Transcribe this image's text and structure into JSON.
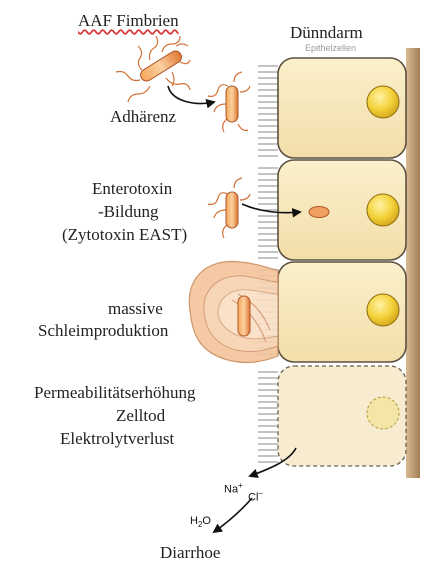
{
  "title": "Dünndarm",
  "subtitle_faint": "Epithelzellen",
  "labels": {
    "fimbrien": "AAF Fimbrien",
    "adhaerenz": "Adhärenz",
    "enterotoxin_1": "Enterotoxin",
    "enterotoxin_2": "-Bildung",
    "enterotoxin_3": "(Zytotoxin EAST)",
    "schleim_1": "massive",
    "schleim_2": "Schleimproduktion",
    "perm_1": "Permeabilitätserhöhung",
    "perm_2": "Zelltod",
    "perm_3": "Elektrolytverlust",
    "na": "Na",
    "na_sup": "+",
    "cl": "Cl",
    "cl_sup": "−",
    "h2o_h": "H",
    "h2o_2": "2",
    "h2o_o": "O",
    "diarrhoe": "Diarrhoe"
  },
  "colors": {
    "cell_fill": "#f6e7b5",
    "cell_stroke": "#5b5040",
    "nucleus": "#f4d23a",
    "bacterium": "#e58a3c",
    "flagella": "#d2733a",
    "mucus": "#f0b98e",
    "basal": "#b8926a"
  }
}
